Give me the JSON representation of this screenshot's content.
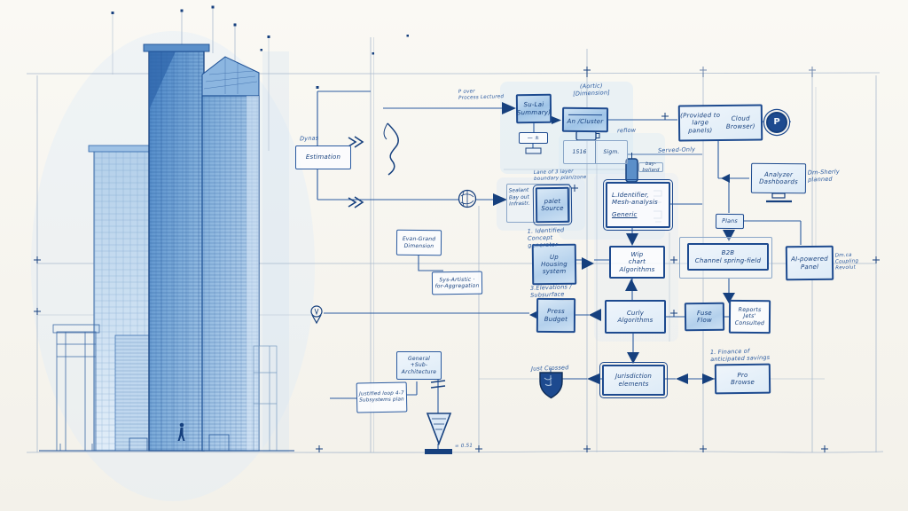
{
  "meta": {
    "title": "Hand-drawn architectural blueprint: skyscraper concept sketch with system flowchart",
    "medium": "blue ink and watercolor wash on white paper"
  },
  "palette": {
    "paper": "#f7f5f0",
    "ink": "#1d4a8f",
    "ink_dark": "#16407e",
    "guide": "#9db0c8",
    "wash_light": "#dce9f6",
    "wash_deep": "#8fb8e2"
  },
  "left_sketch": {
    "subject": "cluster of freehand high-rise towers with construction guide lines",
    "elements": [
      "tall-glass-tower",
      "second-tower-with-stepped-crown",
      "mid-rise-block",
      "low-rise-outline",
      "annex-outline",
      "ground-line",
      "person-figure"
    ]
  },
  "flowchart": {
    "nodes": {
      "sulai": {
        "lines": [
          "Su-Lai",
          "Summary)"
        ]
      },
      "ancluster": {
        "lines": [
          "An /Cluster"
        ]
      },
      "eqbox": {
        "lines": [
          "— ±"
        ]
      },
      "cells": {
        "lines": [
          "1516",
          "Sigm."
        ]
      },
      "baytag": {
        "lines": [
          "bay-bollard"
        ]
      },
      "cloud_left": {
        "lines": [
          "(Provided to",
          "large panels)"
        ]
      },
      "cloud_right": {
        "lines": [
          "Cloud",
          "Browser)"
        ]
      },
      "p_badge": {
        "lines": [
          "P"
        ]
      },
      "dashboard": {
        "lines": [
          "Analyzer",
          "Dashboards"
        ]
      },
      "sealant": {
        "lines": [
          "Sealant",
          "Bay out",
          "Infrastr."
        ]
      },
      "palet": {
        "lines": [
          "palet",
          "Source"
        ]
      },
      "bigbox": {
        "lines": [
          "L.Identifier,",
          "Mesh-analysis",
          "Generic"
        ]
      },
      "plans": {
        "lines": [
          "Plans"
        ]
      },
      "b2b": {
        "lines": [
          "B2B",
          "Channel spring-field"
        ]
      },
      "aipanel": {
        "lines": [
          "AI-powered",
          "Panel"
        ]
      },
      "uphousing": {
        "lines": [
          "Up",
          "Housing",
          "system"
        ]
      },
      "wipchart": {
        "lines": [
          "Wip",
          "chart",
          "Algorithms"
        ]
      },
      "pressbudget": {
        "lines": [
          "Press",
          "Budget"
        ]
      },
      "curly": {
        "lines": [
          "Curly",
          "Algorithms"
        ]
      },
      "fuseflow": {
        "lines": [
          "Fuse",
          "Flow"
        ]
      },
      "reports": {
        "lines": [
          "Reports",
          "Jets'",
          "Consulted"
        ]
      },
      "jurisdiction": {
        "lines": [
          "Jurisdiction",
          "elements"
        ]
      },
      "probrowse": {
        "lines": [
          "Pro",
          "Browse"
        ]
      },
      "estimation": {
        "lines": [
          "Estimation"
        ]
      },
      "evangrand": {
        "lines": [
          "Evan-Grand",
          "Dimension"
        ]
      },
      "sysartistic": {
        "lines": [
          "Sys-Artistic ·",
          "for-Aggregation"
        ]
      },
      "generalsub": {
        "lines": [
          "General",
          "+Sub-Architecture"
        ]
      },
      "justified": {
        "lines": [
          "Justified loop 4-7",
          "Subsystems plan"
        ]
      }
    },
    "annotations": {
      "dynas": {
        "lines": [
          "Dynas"
        ]
      },
      "aortic": {
        "lines": [
          "(Aortic)",
          "[Dimension]"
        ]
      },
      "pover": {
        "lines": [
          "P over",
          "Process Lectured"
        ]
      },
      "reflow": {
        "lines": [
          "reflow"
        ]
      },
      "servedonly": {
        "lines": [
          "Served-Only"
        ]
      },
      "lane": {
        "lines": [
          "Lane of 3 layer",
          "boundary plan/zone"
        ]
      },
      "identified": {
        "lines": [
          "1. Identified",
          "Concept",
          "generator"
        ]
      },
      "elevations": {
        "lines": [
          "3.Elevations /",
          "Subsurface"
        ]
      },
      "dashplanned": {
        "lines": [
          "Dm-Sherly",
          "planned"
        ]
      },
      "coupling": {
        "lines": [
          "Dm.ca",
          "Coupling",
          "Revolut"
        ]
      },
      "finance": {
        "lines": [
          "1. Finance of",
          "anticipated savings"
        ]
      },
      "justcrossed": {
        "lines": [
          "Just Crossed"
        ]
      },
      "funnelval": {
        "lines": [
          "= 0.51"
        ]
      }
    },
    "symbols": [
      "shield-icon",
      "funnel-icon",
      "location-pin-icon",
      "globe-icon",
      "circled-p-badge",
      "monitor-stand-icon",
      "flash-drive-icon",
      "component-chip-icon",
      "bird-sketch-icon"
    ]
  }
}
